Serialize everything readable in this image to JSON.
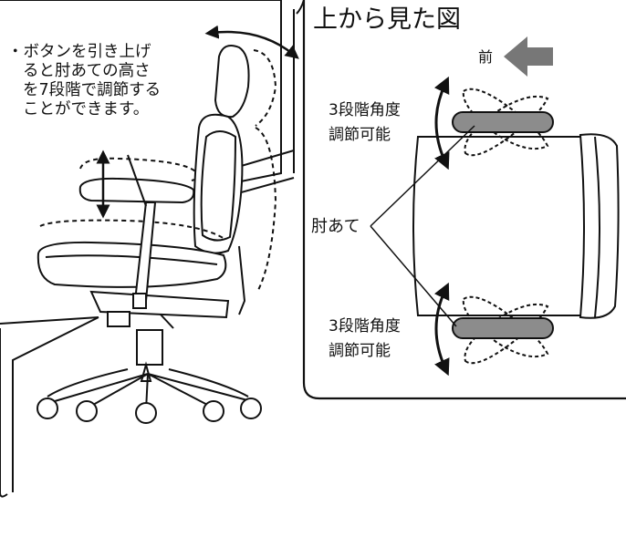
{
  "annotation": {
    "bullet": "・",
    "lines": [
      "ボタンを引き上げ",
      "ると肘あての高さ",
      "を7段階で調節する",
      "ことができます。"
    ]
  },
  "top_view": {
    "title": "上から見た図",
    "front_label": "前",
    "armrest_label": "肘あて",
    "angle_top": [
      "3段階角度",
      "調節可能"
    ],
    "angle_bottom": [
      "3段階角度",
      "調節可能"
    ]
  },
  "colors": {
    "line": "#111111",
    "armrest_fill": "#8c8c8c",
    "arrow_fill": "#777777",
    "background": "#ffffff"
  },
  "icons": {
    "direction_arrow": "arrow-left-icon"
  }
}
